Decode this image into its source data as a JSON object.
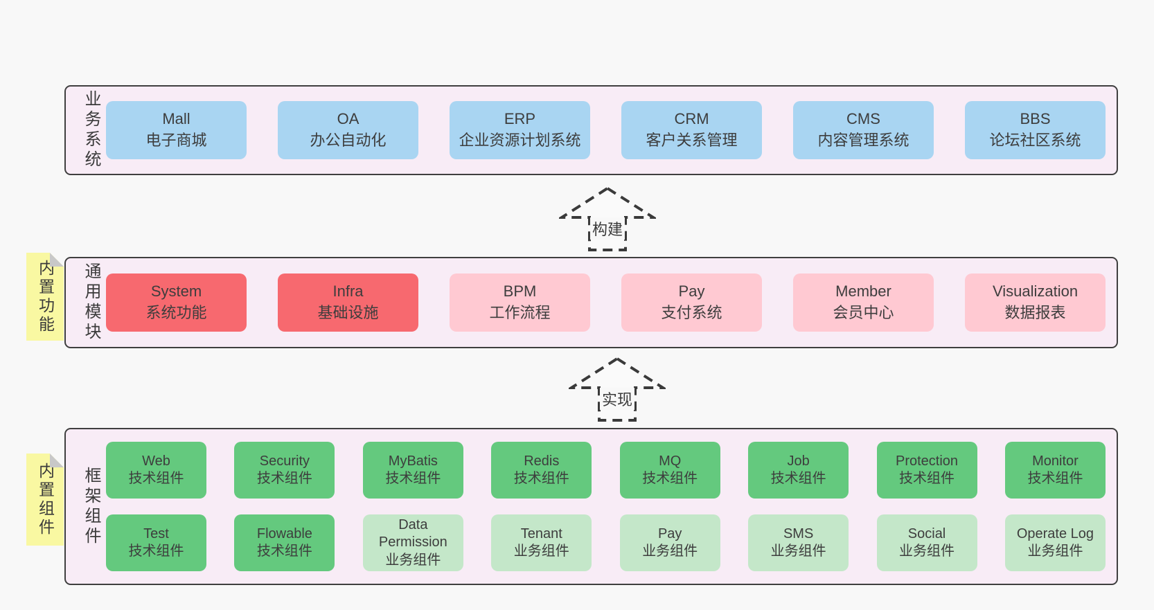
{
  "colors": {
    "page_bg": "#f8f8f8",
    "band_bg": "#f8ecf6",
    "band_border": "#3f3f3f",
    "blue_box": "#a9d5f2",
    "red_box": "#f7696f",
    "pink_box": "#ffc9d2",
    "green_box": "#64c97e",
    "light_green_box": "#c4e7c9",
    "sticky_yellow": "#f9f8a2",
    "sticky_fold": "#c8c8c8",
    "text": "#3d3d3d"
  },
  "bands": [
    {
      "label": "业务系统",
      "rows": [
        [
          {
            "en": "Mall",
            "zh": "电子商城"
          },
          {
            "en": "OA",
            "zh": "办公自动化"
          },
          {
            "en": "ERP",
            "zh": "企业资源计划系统"
          },
          {
            "en": "CRM",
            "zh": "客户关系管理"
          },
          {
            "en": "CMS",
            "zh": "内容管理系统"
          },
          {
            "en": "BBS",
            "zh": "论坛社区系统"
          }
        ]
      ]
    },
    {
      "label": "通用模块",
      "sticky": "内置功能",
      "rows": [
        [
          {
            "en": "System",
            "zh": "系统功能"
          },
          {
            "en": "Infra",
            "zh": "基础设施"
          },
          {
            "en": "BPM",
            "zh": "工作流程"
          },
          {
            "en": "Pay",
            "zh": "支付系统"
          },
          {
            "en": "Member",
            "zh": "会员中心"
          },
          {
            "en": "Visualization",
            "zh": "数据报表"
          }
        ]
      ]
    },
    {
      "label": "框架组件",
      "sticky": "内置组件",
      "rows": [
        [
          {
            "en": "Web",
            "zh": "技术组件"
          },
          {
            "en": "Security",
            "zh": "技术组件"
          },
          {
            "en": "MyBatis",
            "zh": "技术组件"
          },
          {
            "en": "Redis",
            "zh": "技术组件"
          },
          {
            "en": "MQ",
            "zh": "技术组件"
          },
          {
            "en": "Job",
            "zh": "技术组件"
          },
          {
            "en": "Protection",
            "zh": "技术组件"
          },
          {
            "en": "Monitor",
            "zh": "技术组件"
          }
        ],
        [
          {
            "en": "Test",
            "zh": "技术组件"
          },
          {
            "en": "Flowable",
            "zh": "技术组件"
          },
          {
            "en": "Data Permission",
            "zh": "业务组件"
          },
          {
            "en": "Tenant",
            "zh": "业务组件"
          },
          {
            "en": "Pay",
            "zh": "业务组件"
          },
          {
            "en": "SMS",
            "zh": "业务组件"
          },
          {
            "en": "Social",
            "zh": "业务组件"
          },
          {
            "en": "Operate Log",
            "zh": "业务组件"
          }
        ]
      ]
    }
  ],
  "arrows": [
    {
      "label": "构建"
    },
    {
      "label": "实现"
    }
  ]
}
